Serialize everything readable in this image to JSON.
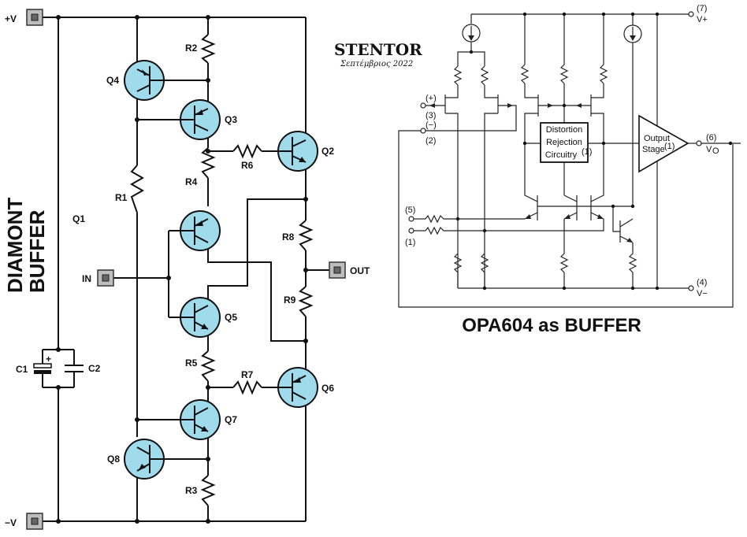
{
  "left_circuit": {
    "title_line1": "DIAMONT",
    "title_line2": "BUFFER",
    "terminals": {
      "vplus": "+V",
      "vminus": "−V",
      "input": "IN",
      "output": "OUT"
    },
    "transistors": [
      "Q1",
      "Q2",
      "Q3",
      "Q4",
      "Q5",
      "Q6",
      "Q7",
      "Q8"
    ],
    "resistors": [
      "R1",
      "R2",
      "R3",
      "R4",
      "R5",
      "R6",
      "R7",
      "R8",
      "R9"
    ],
    "capacitors": [
      "C1",
      "C2"
    ],
    "cap_polarity": "+"
  },
  "brand": {
    "name": "STENTOR",
    "subtitle": "Σεπτέμβριος 2022"
  },
  "right_circuit": {
    "title": "OPA604 as BUFFER",
    "pins": {
      "p7_num": "(7)",
      "p7_name": "V+",
      "p6_num": "(6)",
      "p6_name": "V",
      "p6_sub": "O",
      "p4_num": "(4)",
      "p4_name": "V−",
      "p3_sign": "(+)",
      "p3_num": "(3)",
      "p2_sign": "(−)",
      "p2_num": "(2)",
      "p5_num": "(5)",
      "p1_num": "(1)"
    },
    "blocks": {
      "distortion_l1": "Distortion",
      "distortion_l2": "Rejection",
      "distortion_l3": "Circuitry",
      "distortion_note": "(1)",
      "output_l1": "Output",
      "output_l2": "Stage",
      "output_note": "(1)"
    }
  }
}
